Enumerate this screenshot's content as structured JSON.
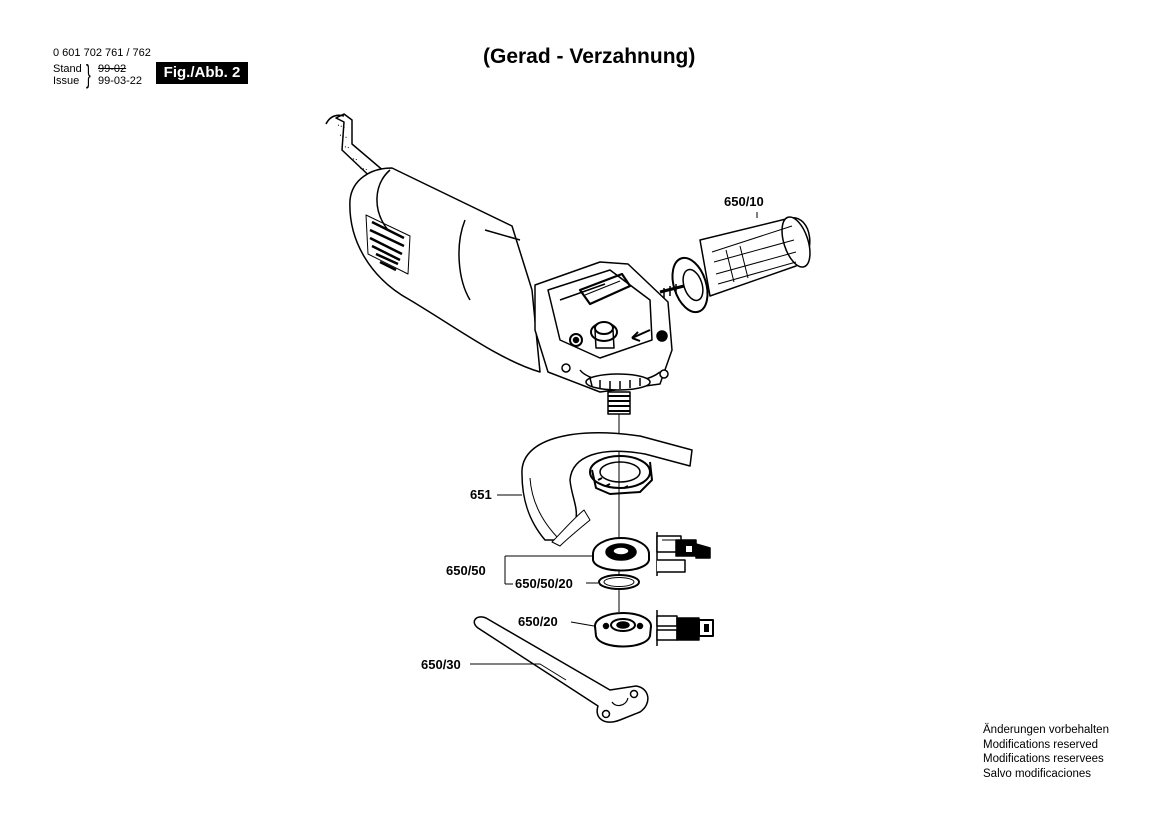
{
  "header": {
    "part_number": "0 601 702 761 / 762",
    "stand_label": "Stand",
    "issue_label": "Issue",
    "stand_value": "99-02",
    "issue_value": "99-03-22",
    "figure_badge": "Fig./Abb. 2"
  },
  "title": "(Gerad - Verzahnung)",
  "callouts": {
    "handle": "650/10",
    "guard": "651",
    "flange_set": "650/50",
    "o_ring": "650/50/20",
    "clamp_nut": "650/20",
    "spanner": "650/30"
  },
  "notes": [
    "Änderungen vorbehalten",
    "Modifications reserved",
    "Modifications reservees",
    "Salvo modificaciones"
  ]
}
